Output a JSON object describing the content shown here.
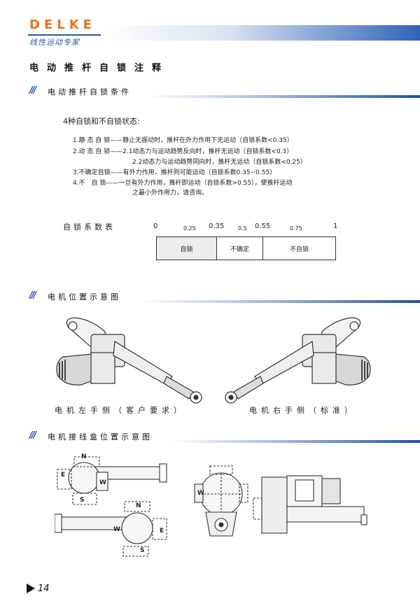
{
  "brand": {
    "logo": "DELKE",
    "tagline": "线性运动专家"
  },
  "page_title": "电动推杆自锁注释",
  "sections": {
    "s1": "电动推杆自锁条件",
    "s2": "电机位置示意图",
    "s3": "电机接线盒位置示意图"
  },
  "intro": "4种自锁和不自锁状态:",
  "rules": [
    "1.静 态 自 锁——静止无振动时，推杆在外力作用下无运动（自锁系数<0.35）",
    "2.动 态 自 锁——2.1动态力与运动趋势反向时，推杆无运动（自锁系数<0.3）",
    "2.2动态力与运动趋势同向时，推杆无运动（自锁系数<0.25）",
    "3.不确定自锁——有外力作用，推杆则可能运动（自锁系数0.35−0.55）",
    "4.不　自 锁——一旦有外力作用，推杆即运动（自锁系数>0.55），便推杆运动",
    "之最小外作用力，请咨询。"
  ],
  "table": {
    "label": "自锁系数表",
    "ticks": [
      "0",
      "0.25",
      "0.35",
      "0.5",
      "0.55",
      "0.75",
      "1"
    ],
    "cells": [
      "自锁",
      "不确定",
      "不自锁"
    ]
  },
  "captions": {
    "left": "电机左手侧（客户要求）",
    "right": "电机右手侧（标准）"
  },
  "box_labels": {
    "n": "N",
    "e": "E",
    "w": "W",
    "s": "S"
  },
  "page_number": "14"
}
